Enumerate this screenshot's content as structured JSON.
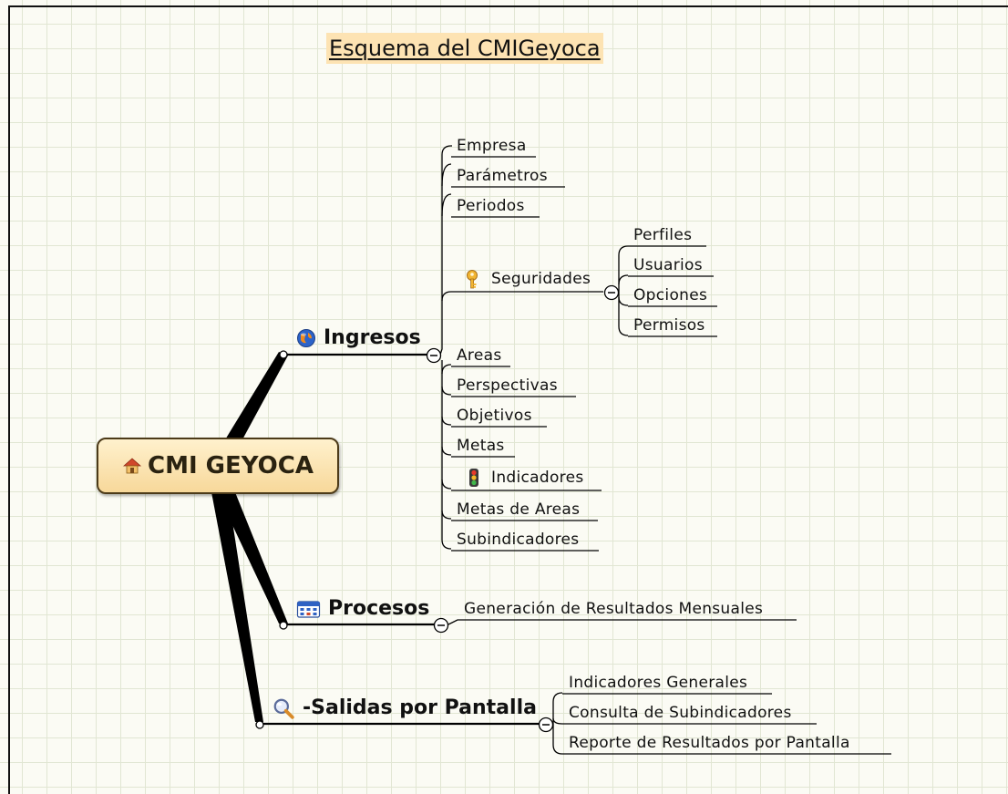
{
  "title": "Esquema del CMIGeyoca",
  "central": {
    "label": "CMI GEYOCA",
    "icon": "house-icon"
  },
  "ingresos": {
    "label": "Ingresos",
    "icon": "globe-icon",
    "items": [
      "Empresa",
      "Parámetros",
      "Periodos",
      "Seguridades",
      "Areas",
      "Perspectivas",
      "Objetivos",
      "Metas",
      "Indicadores",
      "Metas de Areas",
      "Subindicadores"
    ],
    "seguridades_icon": "key-icon",
    "indicadores_icon": "traffic-light-icon",
    "seguridades_children": [
      "Perfiles",
      "Usuarios",
      "Opciones",
      "Permisos"
    ]
  },
  "procesos": {
    "label": "Procesos",
    "icon": "calendar-icon",
    "items": [
      "Generación de Resultados Mensuales"
    ]
  },
  "salidas": {
    "label": "-Salidas por Pantalla",
    "icon": "magnifier-icon",
    "items": [
      "Indicadores Generales",
      "Consulta de Subindicadores",
      "Reporte de Resultados por Pantalla"
    ]
  },
  "colors": {
    "central_fill": "#f7d89a",
    "central_border": "#4c3a19",
    "title_highlight": "#fde3b3",
    "grid_line": "#e1e6d3",
    "canvas": "#fbfbf4"
  }
}
